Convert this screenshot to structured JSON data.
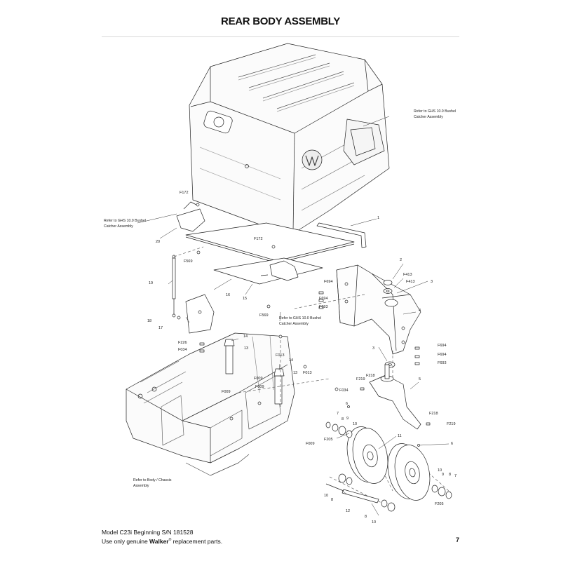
{
  "title": "REAR BODY ASSEMBLY",
  "callouts": {
    "ref_catcher_right_1": "Refer to GHS 10.0 Bushel",
    "ref_catcher_right_2": "Catcher Assembly",
    "ref_catcher_left_1": "Refer to GHS 10.0 Bushel",
    "ref_catcher_left_2": "Catcher Assembly",
    "ref_catcher_mid_1": "Refer to GHS 10.0 Bushel",
    "ref_catcher_mid_2": "Catcher Assembly",
    "ref_body_1": "Refer to Body / Chassis",
    "ref_body_2": "Assembly"
  },
  "part_labels": {
    "F172_a": "F172",
    "n20": "20",
    "F172_b": "F172",
    "n1": "1",
    "F569_a": "F569",
    "n19": "19",
    "n16": "16",
    "n15": "15",
    "F569_b": "F569",
    "n18": "18",
    "n17": "17",
    "n2": "2",
    "F413_a": "F413",
    "F413_b": "F413",
    "n3_a": "3",
    "F694_a": "F694",
    "F694_b": "F694",
    "F693_a": "F693",
    "n4": "4",
    "n14_a": "14",
    "F226": "F226",
    "n13_a": "13",
    "F034_a": "F034",
    "F013_a": "F013",
    "n14_b": "14",
    "n13_b": "13",
    "F009_a": "F009",
    "F009_b": "F009",
    "F009_c": "F009",
    "F013_b": "F013",
    "F034_b": "F034",
    "n3_b": "3",
    "F694_c": "F694",
    "F694_d": "F694",
    "F693_b": "F693",
    "F218_a": "F218",
    "F219_a": "F219",
    "n5": "5",
    "n6_a": "6",
    "F218_b": "F218",
    "F219_b": "F219",
    "n7_a": "7",
    "n8_a": "8",
    "n9_a": "9",
    "n10_a": "10",
    "F205_a": "F205",
    "n11": "11",
    "n6_b": "6",
    "F009_d": "F009",
    "n10_b": "10",
    "n9_b": "9",
    "n8_b": "8",
    "n7_b": "7",
    "F205_b": "F205",
    "n10_c": "10",
    "n8_c": "8",
    "n12": "12",
    "n8_d": "8",
    "n10_d": "10"
  },
  "footer": {
    "line1": "Model C23i Beginning S/N 181528",
    "line2_pre": "Use only genuine ",
    "brand": "Walker",
    "reg": "®",
    "line2_post": " replacement parts.",
    "page_number": "7"
  }
}
